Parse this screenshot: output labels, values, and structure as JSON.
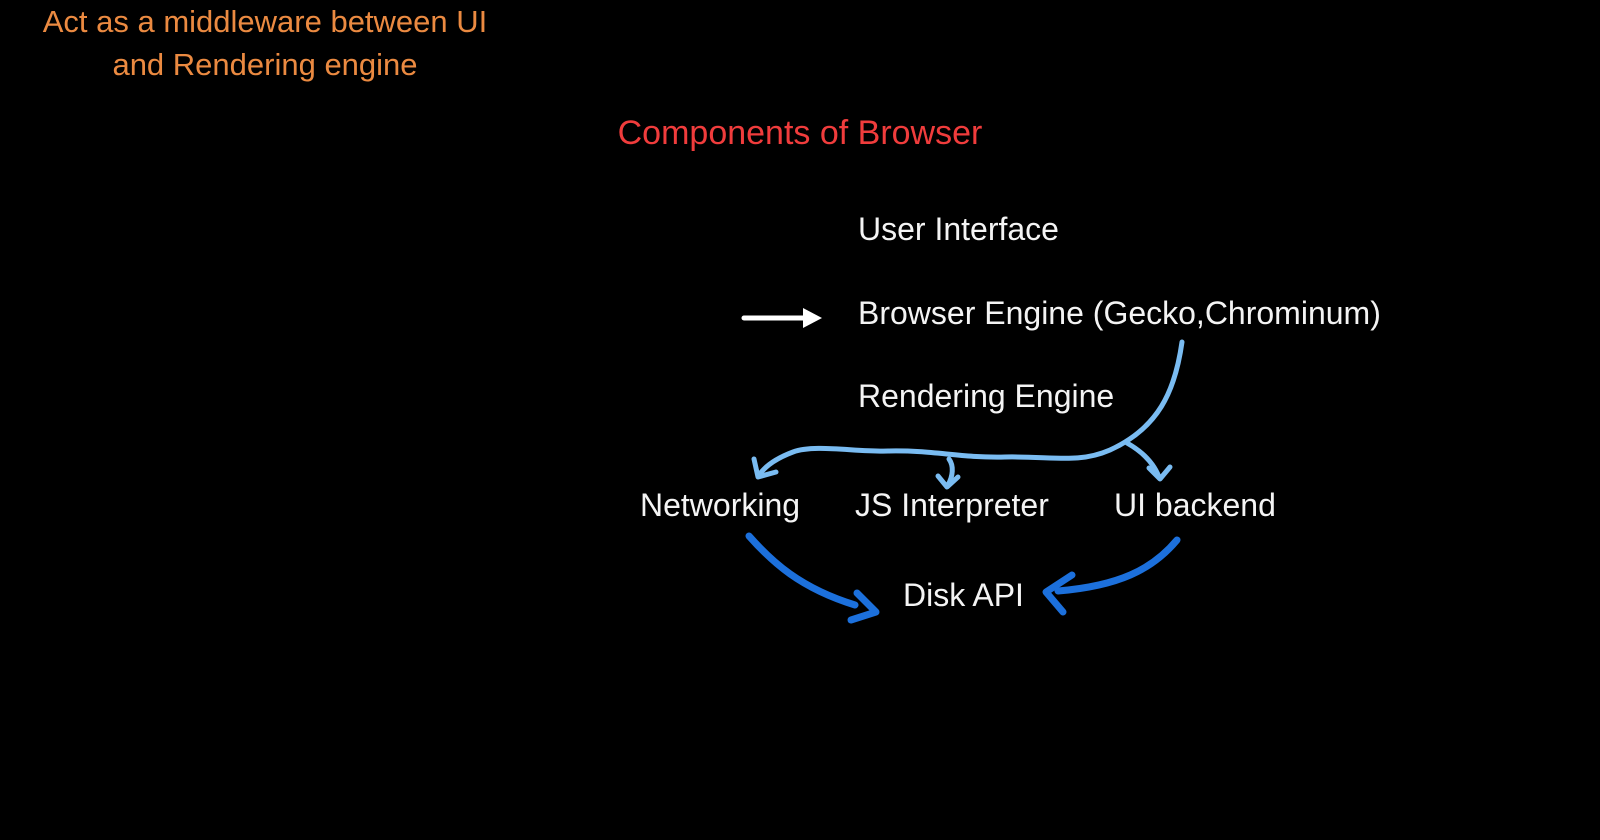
{
  "title": {
    "text": "Components of Browser"
  },
  "annotation": {
    "lines": [
      "Act as a middleware between UI",
      "and Rendering engine"
    ]
  },
  "diagram": {
    "layers": [
      "User Interface",
      "Browser Engine (Gecko,Chrominum)",
      "Rendering Engine"
    ],
    "subcomponents": [
      "Networking",
      "JS Interpreter",
      "UI backend"
    ],
    "storage": "Disk API"
  },
  "edges": [
    {
      "from": "annotation",
      "to": "Browser Engine (Gecko,Chrominum)",
      "style": "straight-white-arrow"
    },
    {
      "from": "Browser Engine (Gecko,Chrominum)",
      "to": "Networking",
      "style": "curved-light-blue-arrow"
    },
    {
      "from": "Browser Engine (Gecko,Chrominum)",
      "to": "JS Interpreter",
      "style": "curved-light-blue-arrow"
    },
    {
      "from": "Browser Engine (Gecko,Chrominum)",
      "to": "UI backend",
      "style": "curved-light-blue-arrow"
    },
    {
      "from": "Networking",
      "to": "Disk API",
      "style": "curved-dark-blue-arrow"
    },
    {
      "from": "UI backend",
      "to": "Disk API",
      "style": "curved-dark-blue-arrow"
    }
  ],
  "colors": {
    "background": "#000000",
    "title_red": "#f03c3c",
    "orange": "#eb8a41",
    "white_text": "#f4f4f4",
    "arrow_white": "#ffffff",
    "light_blue": "#7abcf2",
    "dark_blue": "#1c70dc"
  }
}
